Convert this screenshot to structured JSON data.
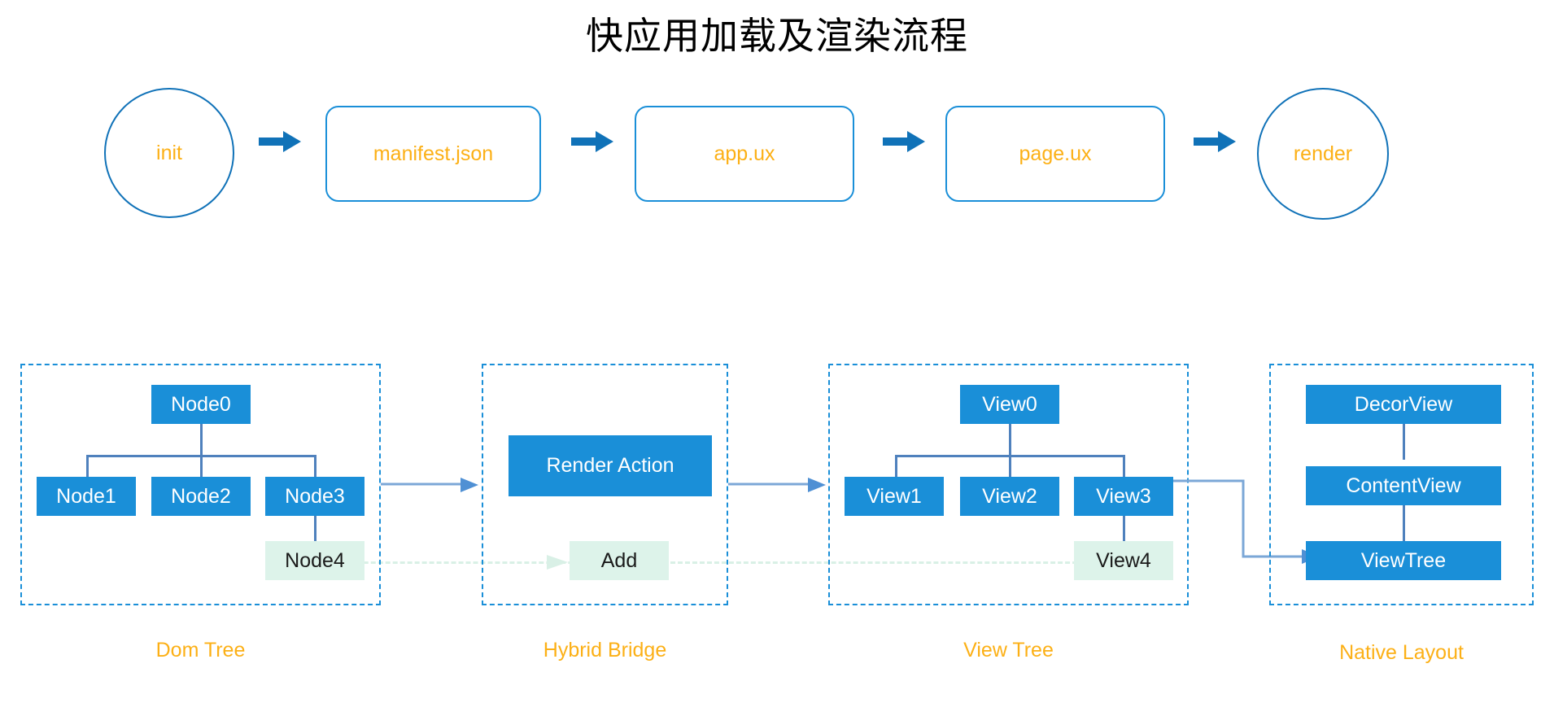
{
  "title": "快应用加载及渲染流程",
  "colors": {
    "blue_fill": "#1a8fd8",
    "blue_stroke": "#1072b8",
    "orange_text": "#fcb016",
    "mint_fill": "#ddf3ea",
    "connector": "#4f81bd",
    "green_dash": "#d9f0e6",
    "panel_border": "#1a8fd8"
  },
  "pipeline": {
    "nodes": [
      {
        "label": "init",
        "shape": "circle"
      },
      {
        "label": "manifest.json",
        "shape": "rounded"
      },
      {
        "label": "app.ux",
        "shape": "rounded"
      },
      {
        "label": "page.ux",
        "shape": "rounded"
      },
      {
        "label": "render",
        "shape": "circle"
      }
    ],
    "arrow_icon": "right-arrow-icon",
    "arrow_count": 4
  },
  "panels": [
    {
      "id": "dom-tree",
      "label": "Dom Tree",
      "nodes": {
        "root": "Node0",
        "children": [
          "Node1",
          "Node2",
          "Node3"
        ],
        "leaf": "Node4"
      }
    },
    {
      "id": "hybrid-bridge",
      "label": "Hybrid Bridge",
      "nodes": {
        "primary": "Render Action",
        "leaf": "Add"
      }
    },
    {
      "id": "view-tree",
      "label": "View Tree",
      "nodes": {
        "root": "View0",
        "children": [
          "View1",
          "View2",
          "View3"
        ],
        "leaf": "View4"
      }
    },
    {
      "id": "native-layout",
      "label": "Native Layout",
      "nodes": {
        "stack": [
          "DecorView",
          "ContentView",
          "ViewTree"
        ]
      }
    }
  ]
}
